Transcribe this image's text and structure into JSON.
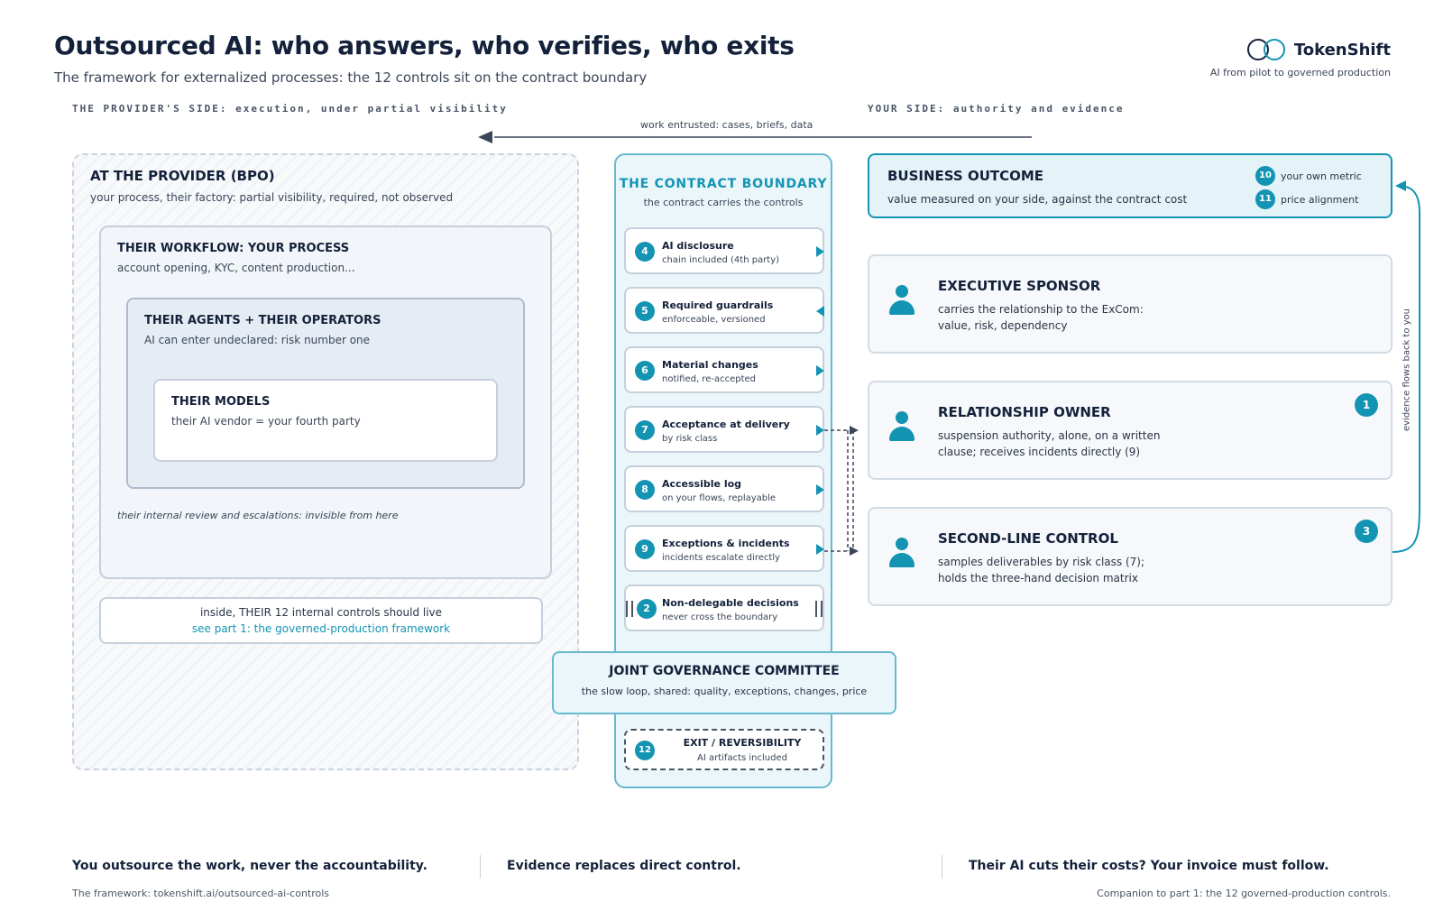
{
  "header": {
    "title": "Outsourced AI: who answers, who verifies, who exits",
    "subtitle": "The framework for externalized processes: the 12 controls sit on the contract boundary"
  },
  "brand": {
    "name": "TokenShift",
    "tagline": "AI from pilot to governed production"
  },
  "sides": {
    "provider_label": "THE PROVIDER'S SIDE: execution, under partial visibility",
    "your_label": "YOUR SIDE: authority and evidence",
    "flow_label": "work entrusted: cases, briefs, data"
  },
  "provider": {
    "title": "AT THE PROVIDER (BPO)",
    "subtitle": "your process, their factory: partial visibility, required, not observed",
    "workflow_title": "THEIR WORKFLOW: YOUR PROCESS",
    "workflow_sub": "account opening, KYC, content production...",
    "agents_title": "THEIR AGENTS + THEIR OPERATORS",
    "agents_sub": "AI can enter undeclared: risk number one",
    "models_title": "THEIR MODELS",
    "models_sub": "their AI vendor = your fourth party",
    "invisible_note": "their internal review and escalations: invisible from here",
    "internal_line1": "inside, THEIR 12 internal controls should live",
    "internal_link": "see part 1: the governed-production framework"
  },
  "boundary": {
    "title": "THE CONTRACT BOUNDARY",
    "subtitle": "the contract carries the controls",
    "controls": [
      {
        "num": "4",
        "title": "AI disclosure",
        "sub": "chain included (4th party)",
        "marker": "right"
      },
      {
        "num": "5",
        "title": "Required guardrails",
        "sub": "enforceable, versioned",
        "marker": "left"
      },
      {
        "num": "6",
        "title": "Material changes",
        "sub": "notified, re-accepted",
        "marker": "right"
      },
      {
        "num": "7",
        "title": "Acceptance at delivery",
        "sub": "by risk class",
        "marker": "right"
      },
      {
        "num": "8",
        "title": "Accessible log",
        "sub": "on your flows, replayable",
        "marker": "right"
      },
      {
        "num": "9",
        "title": "Exceptions & incidents",
        "sub": "incidents escalate directly",
        "marker": "right"
      },
      {
        "num": "2",
        "title": "Non-delegable decisions",
        "sub": "never cross the boundary",
        "marker": "bars"
      }
    ],
    "jgc_title": "JOINT GOVERNANCE COMMITTEE",
    "jgc_sub": "the slow loop, shared: quality, exceptions, changes, price",
    "exit_num": "12",
    "exit_title": "EXIT / REVERSIBILITY",
    "exit_sub": "AI artifacts included"
  },
  "your_side": {
    "outcome_title": "BUSINESS OUTCOME",
    "outcome_sub": "value measured on your side, against the contract cost",
    "metrics": [
      {
        "num": "10",
        "label": "your own metric"
      },
      {
        "num": "11",
        "label": "price alignment"
      }
    ],
    "roles": [
      {
        "title": "EXECUTIVE SPONSOR",
        "line1": "carries the relationship to the ExCom:",
        "line2": "value, risk, dependency",
        "num": ""
      },
      {
        "title": "RELATIONSHIP OWNER",
        "line1": "suspension authority, alone, on a written",
        "line2": "clause; receives incidents directly (9)",
        "num": "1"
      },
      {
        "title": "SECOND-LINE CONTROL",
        "line1": "samples deliverables by risk class (7);",
        "line2": "holds the three-hand decision matrix",
        "num": "3"
      }
    ],
    "evidence_label": "evidence flows back to you"
  },
  "footer": {
    "msg1": "You outsource the work, never the accountability.",
    "msg2": "Evidence replaces direct control.",
    "msg3": "Their AI cuts their costs? Your invoice must follow.",
    "framework_link": "The framework: tokenshift.ai/outsourced-ai-controls",
    "companion": "Companion to part 1: the 12 governed-production controls."
  },
  "colors": {
    "accent": "#1394b3",
    "ink": "#14213a",
    "panel": "#eaf6fa"
  },
  "icons": [
    "person-icon",
    "arrow-left-icon",
    "arrow-right-icon",
    "triangle-marker-icon",
    "pause-bars-icon"
  ]
}
